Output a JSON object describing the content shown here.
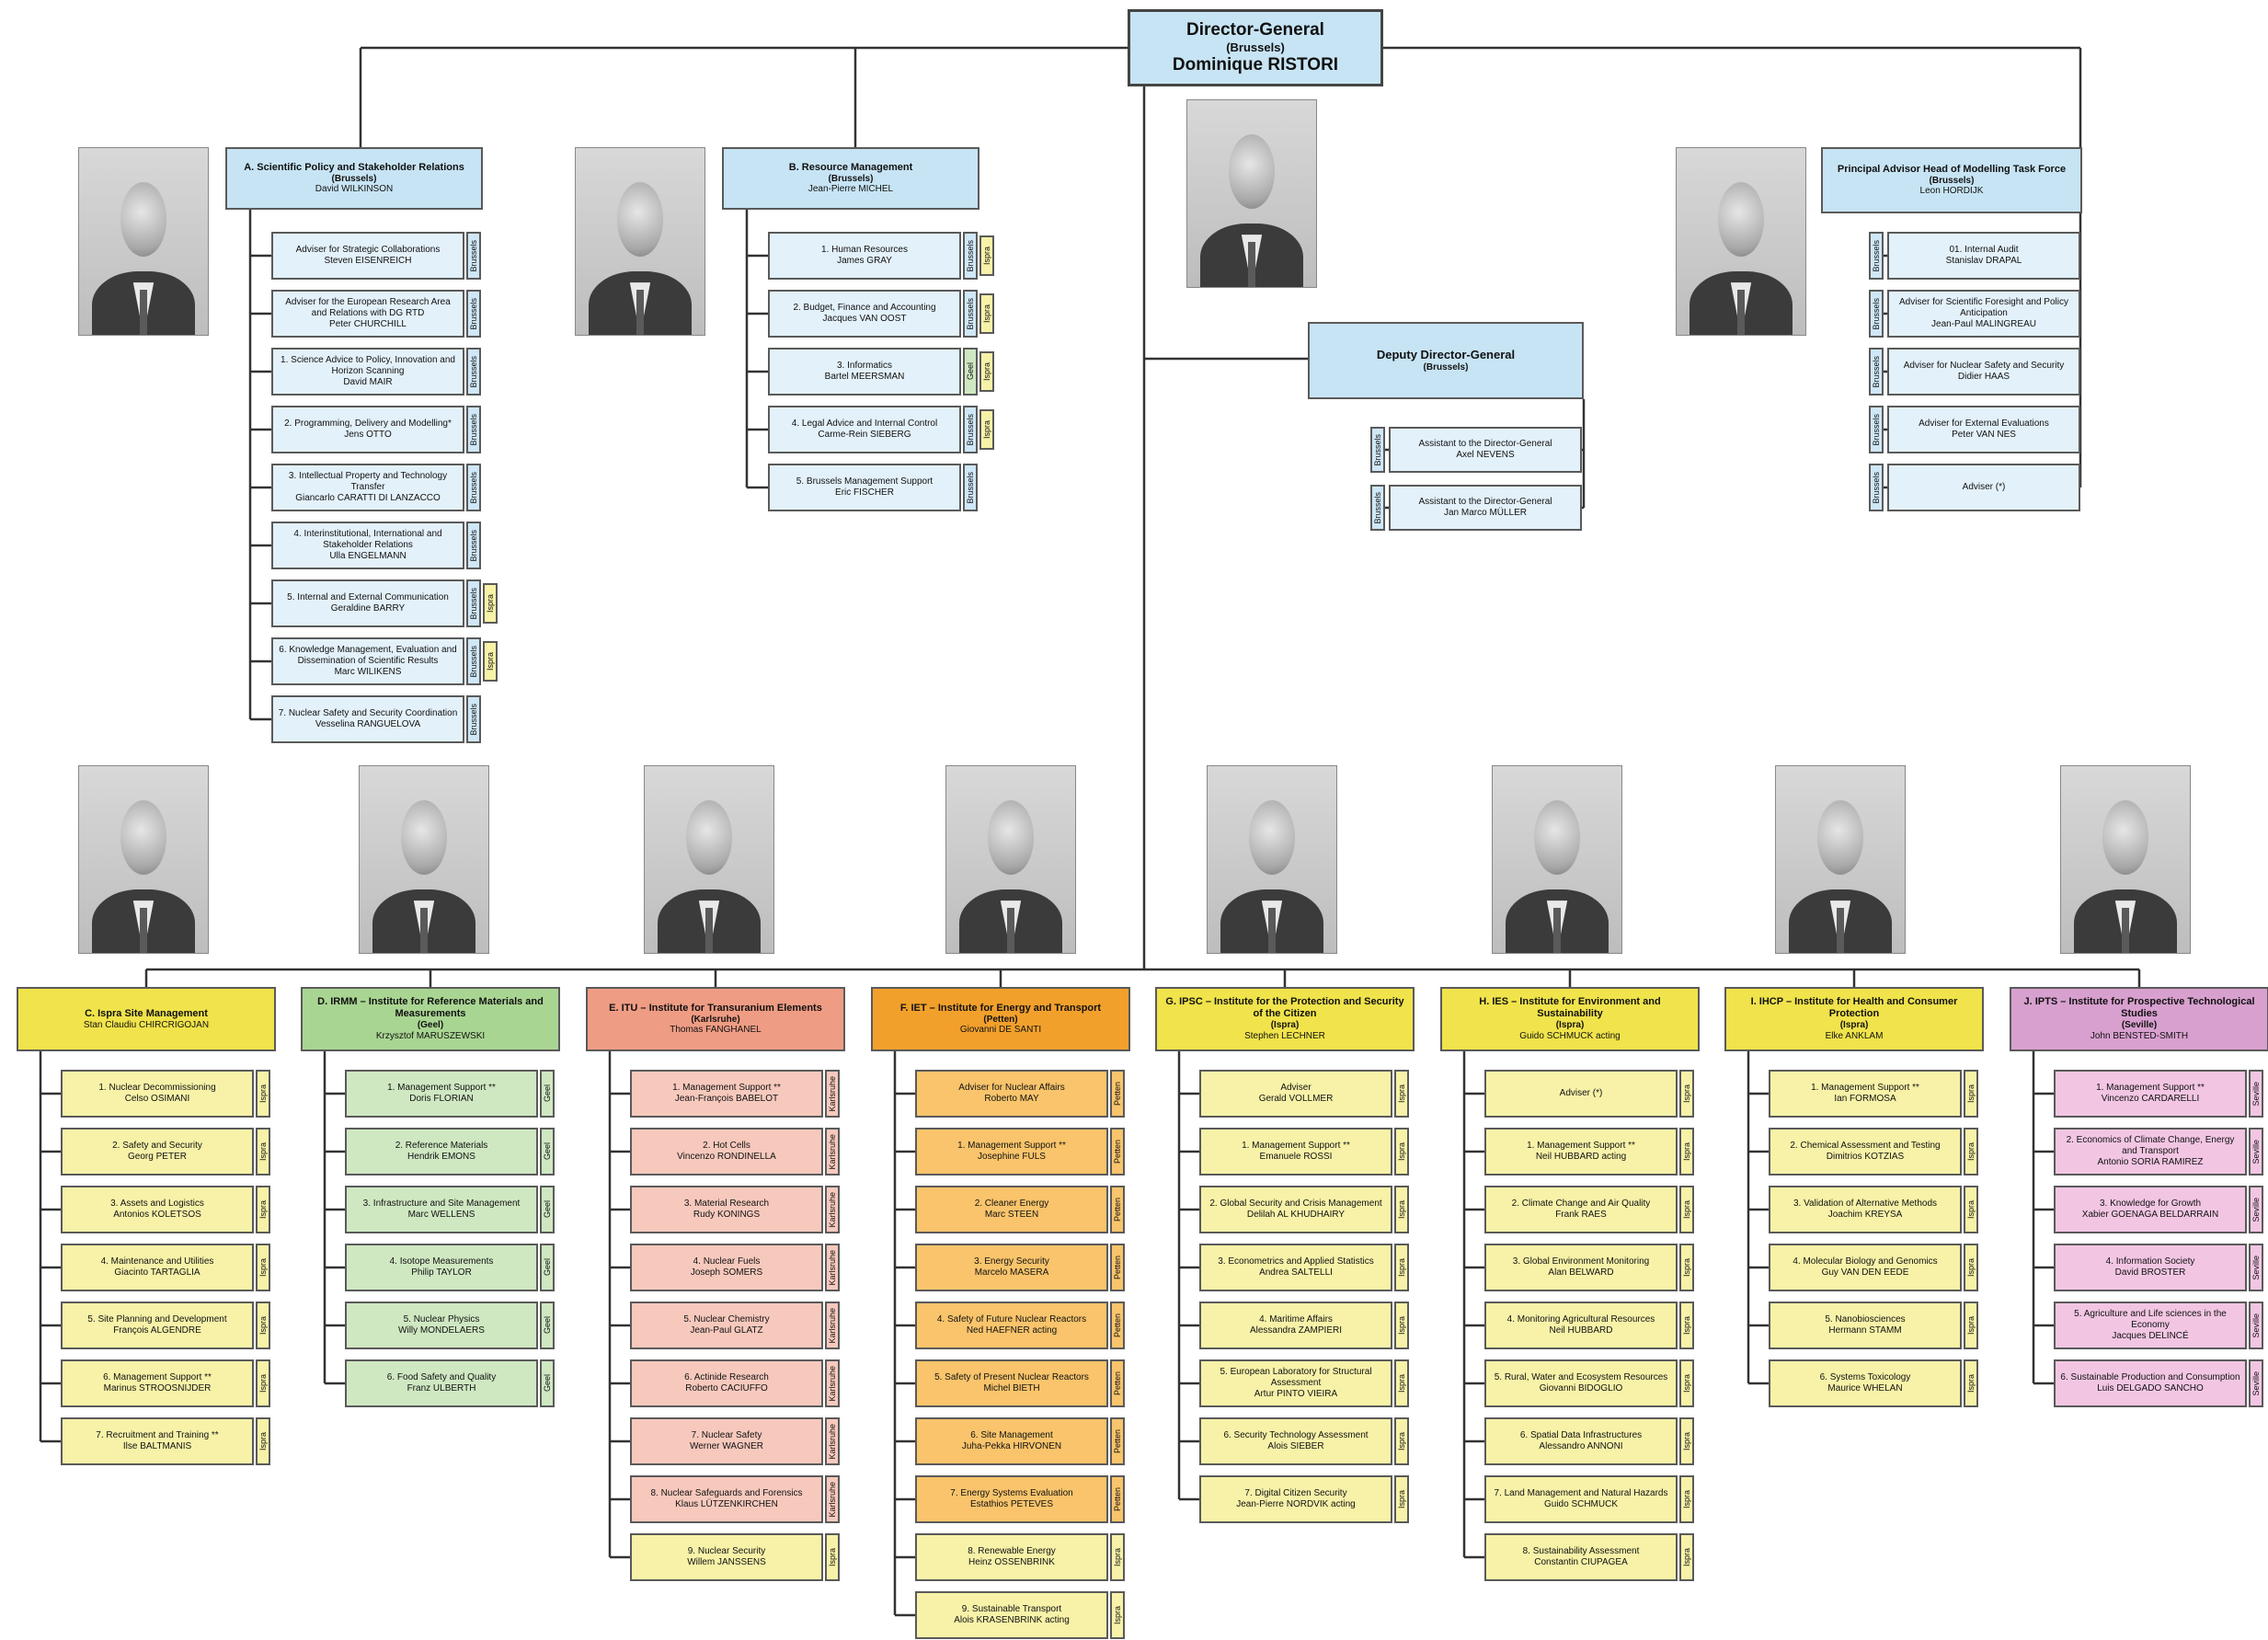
{
  "director": {
    "title": "Director-General",
    "location": "(Brussels)",
    "name": "Dominique RISTORI"
  },
  "deputy": {
    "title": "Deputy Director-General",
    "location": "(Brussels)",
    "name": ""
  },
  "directorates": {
    "A": {
      "title": "A. Scientific Policy and Stakeholder Relations",
      "location": "(Brussels)",
      "name": "David WILKINSON"
    },
    "B": {
      "title": "B. Resource Management",
      "location": "(Brussels)",
      "name": "Jean-Pierre MICHEL"
    },
    "P": {
      "title": "Principal Advisor Head of Modelling Task Force",
      "location": "(Brussels)",
      "name": "Leon HORDIJK"
    }
  },
  "institutes": [
    {
      "title": "C. Ispra Site Management",
      "location": "",
      "name": "Stan Claudiu CHIRCRIGOJAN",
      "color": "#f0e34b"
    },
    {
      "title": "D. IRMM – Institute for Reference Materials and Measurements",
      "location": "(Geel)",
      "name": "Krzysztof MARUSZEWSKI",
      "color": "#a9d592"
    },
    {
      "title": "E. ITU – Institute for Transuranium Elements",
      "location": "(Karlsruhe)",
      "name": "Thomas FANGHANEL",
      "color": "#ef9c84"
    },
    {
      "title": "F. IET – Institute for Energy and Transport",
      "location": "(Petten)",
      "name": "Giovanni DE SANTI",
      "color": "#f2a02c"
    },
    {
      "title": "G. IPSC – Institute for the Protection and Security of the Citizen",
      "location": "(Ispra)",
      "name": "Stephen LECHNER",
      "color": "#f0e34b"
    },
    {
      "title": "H. IES – Institute for Environment and Sustainability",
      "location": "(Ispra)",
      "name": "Guido SCHMUCK acting",
      "color": "#f0e34b"
    },
    {
      "title": "I. IHCP – Institute for Health and Consumer Protection",
      "location": "(Ispra)",
      "name": "Elke ANKLAM",
      "color": "#f0e34b"
    },
    {
      "title": "J. IPTS – Institute for Prospective Technological Studies",
      "location": "(Seville)",
      "name": "John BENSTED-SMITH",
      "color": "#d8a0cf"
    }
  ],
  "units": {
    "A": [
      {
        "t": "Adviser for Strategic Collaborations",
        "n": "Steven EISENREICH",
        "loc": "Brussels"
      },
      {
        "t": "Adviser for the European Research Area and Relations with DG RTD",
        "n": "Peter CHURCHILL",
        "loc": "Brussels"
      },
      {
        "t": "1. Science Advice to Policy, Innovation and Horizon Scanning",
        "n": "David MAIR",
        "loc": "Brussels"
      },
      {
        "t": "2. Programming, Delivery and Modelling*",
        "n": "Jens OTTO",
        "loc": "Brussels"
      },
      {
        "t": "3. Intellectual Property and Technology Transfer",
        "n": "Giancarlo CARATTI DI LANZACCO",
        "loc": "Brussels"
      },
      {
        "t": "4. Interinstitutional, International and Stakeholder Relations",
        "n": "Ulla ENGELMANN",
        "loc": "Brussels"
      },
      {
        "t": "5. Internal and External Communication",
        "n": "Geraldine BARRY",
        "loc": "Brussels",
        "tag2": "Ispra"
      },
      {
        "t": "6. Knowledge Management, Evaluation and Dissemination of Scientific Results",
        "n": "Marc WILIKENS",
        "loc": "Brussels",
        "tag2": "Ispra"
      },
      {
        "t": "7. Nuclear Safety and Security Coordination",
        "n": "Vesselina RANGUELOVA",
        "loc": "Brussels"
      }
    ],
    "B": [
      {
        "t": "1. Human Resources",
        "n": "James GRAY",
        "loc": "Brussels",
        "tag2": "Ispra"
      },
      {
        "t": "2. Budget, Finance and Accounting",
        "n": "Jacques VAN OOST",
        "loc": "Brussels",
        "tag2": "Ispra"
      },
      {
        "t": "3. Informatics",
        "n": "Bartel MEERSMAN",
        "loc": "Geel",
        "tag2": "Ispra"
      },
      {
        "t": "4. Legal Advice and Internal Control",
        "n": "Carme-Rein SIEBERG",
        "loc": "Brussels",
        "tag2": "Ispra"
      },
      {
        "t": "5. Brussels Management Support",
        "n": "Eric FISCHER",
        "loc": "Brussels"
      }
    ],
    "DDG": [
      {
        "t": "Assistant to the Director-General",
        "n": "Axel NEVENS",
        "loc": "Brussels"
      },
      {
        "t": "Assistant to the Director-General",
        "n": "Jan Marco MÜLLER",
        "loc": "Brussels"
      }
    ],
    "P": [
      {
        "t": "01. Internal Audit",
        "n": "Stanislav DRAPAL",
        "loc": "Brussels"
      },
      {
        "t": "Adviser for Scientific Foresight and Policy Anticipation",
        "n": "Jean-Paul MALINGREAU",
        "loc": "Brussels"
      },
      {
        "t": "Adviser for Nuclear Safety and Security",
        "n": "Didier HAAS",
        "loc": "Brussels"
      },
      {
        "t": "Adviser for External Evaluations",
        "n": "Peter VAN NES",
        "loc": "Brussels"
      },
      {
        "t": "Adviser (*)",
        "n": "",
        "loc": "Brussels"
      }
    ],
    "C": [
      {
        "t": "1. Nuclear Decommissioning",
        "n": "Celso OSIMANI",
        "loc": "Ispra"
      },
      {
        "t": "2. Safety and Security",
        "n": "Georg PETER",
        "loc": "Ispra"
      },
      {
        "t": "3. Assets and Logistics",
        "n": "Antonios KOLETSOS",
        "loc": "Ispra"
      },
      {
        "t": "4. Maintenance and Utilities",
        "n": "Giacinto TARTAGLIA",
        "loc": "Ispra"
      },
      {
        "t": "5. Site Planning and Development",
        "n": "François ALGENDRE",
        "loc": "Ispra"
      },
      {
        "t": "6. Management Support **",
        "n": "Marinus STROOSNIJDER",
        "loc": "Ispra"
      },
      {
        "t": "7. Recruitment and Training **",
        "n": "Ilse BALTMANIS",
        "loc": "Ispra"
      }
    ],
    "D": [
      {
        "t": "1. Management Support **",
        "n": "Doris FLORIAN",
        "loc": "Geel"
      },
      {
        "t": "2. Reference Materials",
        "n": "Hendrik EMONS",
        "loc": "Geel"
      },
      {
        "t": "3. Infrastructure and Site Management",
        "n": "Marc WELLENS",
        "loc": "Geel"
      },
      {
        "t": "4. Isotope Measurements",
        "n": "Philip TAYLOR",
        "loc": "Geel"
      },
      {
        "t": "5. Nuclear Physics",
        "n": "Willy MONDELAERS",
        "loc": "Geel"
      },
      {
        "t": "6. Food Safety and Quality",
        "n": "Franz ULBERTH",
        "loc": "Geel"
      }
    ],
    "E": [
      {
        "t": "1. Management Support **",
        "n": "Jean-François BABELOT",
        "loc": "Karlsruhe"
      },
      {
        "t": "2. Hot Cells",
        "n": "Vincenzo RONDINELLA",
        "loc": "Karlsruhe"
      },
      {
        "t": "3. Material Research",
        "n": "Rudy KONINGS",
        "loc": "Karlsruhe"
      },
      {
        "t": "4. Nuclear Fuels",
        "n": "Joseph SOMERS",
        "loc": "Karlsruhe"
      },
      {
        "t": "5. Nuclear Chemistry",
        "n": "Jean-Paul GLATZ",
        "loc": "Karlsruhe"
      },
      {
        "t": "6. Actinide Research",
        "n": "Roberto CACIUFFO",
        "loc": "Karlsruhe"
      },
      {
        "t": "7. Nuclear Safety",
        "n": "Werner WAGNER",
        "loc": "Karlsruhe"
      },
      {
        "t": "8. Nuclear Safeguards and Forensics",
        "n": "Klaus LÜTZENKIRCHEN",
        "loc": "Karlsruhe"
      },
      {
        "t": "9. Nuclear Security",
        "n": "Willem JANSSENS",
        "loc": "Ispra"
      }
    ],
    "F": [
      {
        "t": "Adviser for Nuclear Affairs",
        "n": "Roberto MAY",
        "loc": "Petten"
      },
      {
        "t": "1. Management Support **",
        "n": "Josephine FULS",
        "loc": "Petten"
      },
      {
        "t": "2. Cleaner Energy",
        "n": "Marc STEEN",
        "loc": "Petten"
      },
      {
        "t": "3. Energy Security",
        "n": "Marcelo MASERA",
        "loc": "Petten"
      },
      {
        "t": "4. Safety of Future Nuclear Reactors",
        "n": "Ned HAEFNER acting",
        "loc": "Petten"
      },
      {
        "t": "5. Safety of Present Nuclear Reactors",
        "n": "Michel BIETH",
        "loc": "Petten"
      },
      {
        "t": "6. Site Management",
        "n": "Juha-Pekka HIRVONEN",
        "loc": "Petten"
      },
      {
        "t": "7. Energy Systems Evaluation",
        "n": "Estathios PETEVES",
        "loc": "Petten"
      },
      {
        "t": "8. Renewable Energy",
        "n": "Heinz OSSENBRINK",
        "loc": "Ispra"
      },
      {
        "t": "9. Sustainable Transport",
        "n": "Alois KRASENBRINK acting",
        "loc": "Ispra"
      }
    ],
    "G": [
      {
        "t": "Adviser",
        "n": "Gerald VOLLMER",
        "loc": "Ispra"
      },
      {
        "t": "1. Management Support **",
        "n": "Emanuele ROSSI",
        "loc": "Ispra"
      },
      {
        "t": "2. Global Security and Crisis Management",
        "n": "Delilah AL KHUDHAIRY",
        "loc": "Ispra"
      },
      {
        "t": "3. Econometrics and Applied Statistics",
        "n": "Andrea SALTELLI",
        "loc": "Ispra"
      },
      {
        "t": "4. Maritime Affairs",
        "n": "Alessandra ZAMPIERI",
        "loc": "Ispra"
      },
      {
        "t": "5. European Laboratory for Structural Assessment",
        "n": "Artur PINTO VIEIRA",
        "loc": "Ispra"
      },
      {
        "t": "6. Security Technology Assessment",
        "n": "Alois SIEBER",
        "loc": "Ispra"
      },
      {
        "t": "7. Digital Citizen Security",
        "n": "Jean-Pierre NORDVIK acting",
        "loc": "Ispra"
      }
    ],
    "H": [
      {
        "t": "Adviser (*)",
        "n": "",
        "loc": "Ispra"
      },
      {
        "t": "1. Management Support **",
        "n": "Neil HUBBARD acting",
        "loc": "Ispra"
      },
      {
        "t": "2. Climate Change and Air Quality",
        "n": "Frank RAES",
        "loc": "Ispra"
      },
      {
        "t": "3. Global Environment Monitoring",
        "n": "Alan BELWARD",
        "loc": "Ispra"
      },
      {
        "t": "4. Monitoring Agricultural Resources",
        "n": "Neil HUBBARD",
        "loc": "Ispra"
      },
      {
        "t": "5. Rural, Water and Ecosystem Resources",
        "n": "Giovanni BIDOGLIO",
        "loc": "Ispra"
      },
      {
        "t": "6. Spatial Data Infrastructures",
        "n": "Alessandro ANNONI",
        "loc": "Ispra"
      },
      {
        "t": "7. Land Management and Natural Hazards",
        "n": "Guido SCHMUCK",
        "loc": "Ispra"
      },
      {
        "t": "8. Sustainability Assessment",
        "n": "Constantin CIUPAGEA",
        "loc": "Ispra"
      }
    ],
    "I": [
      {
        "t": "1. Management Support **",
        "n": "Ian FORMOSA",
        "loc": "Ispra"
      },
      {
        "t": "2. Chemical Assessment and Testing",
        "n": "Dimitrios KOTZIAS",
        "loc": "Ispra"
      },
      {
        "t": "3. Validation of Alternative Methods",
        "n": "Joachim KREYSA",
        "loc": "Ispra"
      },
      {
        "t": "4. Molecular Biology and Genomics",
        "n": "Guy VAN DEN EEDE",
        "loc": "Ispra"
      },
      {
        "t": "5. Nanobiosciences",
        "n": "Hermann STAMM",
        "loc": "Ispra"
      },
      {
        "t": "6. Systems Toxicology",
        "n": "Maurice WHELAN",
        "loc": "Ispra"
      }
    ],
    "J": [
      {
        "t": "1. Management Support **",
        "n": "Vincenzo CARDARELLI",
        "loc": "Seville"
      },
      {
        "t": "2. Economics of Climate Change, Energy and Transport",
        "n": "Antonio SORIA RAMIREZ",
        "loc": "Seville"
      },
      {
        "t": "3. Knowledge for Growth",
        "n": "Xabier GOENAGA BELDARRAIN",
        "loc": "Seville"
      },
      {
        "t": "4. Information Society",
        "n": "David BROSTER",
        "loc": "Seville"
      },
      {
        "t": "5. Agriculture and Life sciences in the Economy",
        "n": "Jacques DELINCÉ",
        "loc": "Seville"
      },
      {
        "t": "6. Sustainable Production and Consumption",
        "n": "Luis DELGADO SANCHO",
        "loc": "Seville"
      }
    ]
  },
  "colors": {
    "brussels": "#cfe7f6",
    "ispra": "#f7f2a8",
    "geel": "#cfe8c2",
    "karlsruhe": "#f7c9bd",
    "petten": "#f9c46b",
    "seville": "#f2c6e3"
  }
}
